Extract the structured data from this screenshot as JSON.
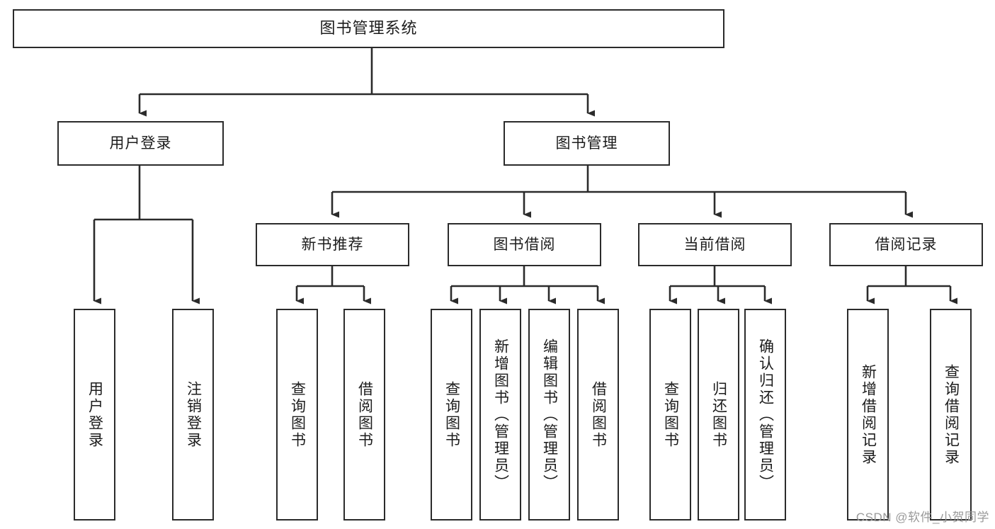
{
  "diagram": {
    "title": "图书管理系统",
    "watermark": "CSDN @软件_小贺同学",
    "colors": {
      "stroke": "#2b2b2b",
      "fill": "#ffffff",
      "text": "#1c1c1c",
      "watermark": "#9a9a9a"
    },
    "levels": {
      "root": {
        "label": "图书管理系统"
      },
      "level2": [
        {
          "id": "user-login",
          "label": "用户登录"
        },
        {
          "id": "book-manage",
          "label": "图书管理"
        }
      ],
      "level3": [
        {
          "id": "new-book-recommend",
          "label": "新书推荐"
        },
        {
          "id": "book-borrow",
          "label": "图书借阅"
        },
        {
          "id": "current-borrow",
          "label": "当前借阅"
        },
        {
          "id": "borrow-record",
          "label": "借阅记录"
        }
      ],
      "leaves": {
        "user_login": [
          {
            "id": "leaf-user-login",
            "label": "用户登录"
          },
          {
            "id": "leaf-logout",
            "label": "注销登录"
          }
        ],
        "new_book_recommend": [
          {
            "id": "leaf-query-book-1",
            "label": "查询图书"
          },
          {
            "id": "leaf-borrow-book-1",
            "label": "借阅图书"
          }
        ],
        "book_borrow": [
          {
            "id": "leaf-query-book-2",
            "label": "查询图书"
          },
          {
            "id": "leaf-add-book",
            "label": "新增图书（管理员）"
          },
          {
            "id": "leaf-edit-book",
            "label": "编辑图书（管理员）"
          },
          {
            "id": "leaf-borrow-book-2",
            "label": "借阅图书"
          }
        ],
        "current_borrow": [
          {
            "id": "leaf-query-book-3",
            "label": "查询图书"
          },
          {
            "id": "leaf-return-book",
            "label": "归还图书"
          },
          {
            "id": "leaf-confirm-return",
            "label": "确认归还（管理员）"
          }
        ],
        "borrow_record": [
          {
            "id": "leaf-add-record",
            "label": "新增借阅记录"
          },
          {
            "id": "leaf-query-record",
            "label": "查询借阅记录"
          }
        ]
      }
    }
  }
}
